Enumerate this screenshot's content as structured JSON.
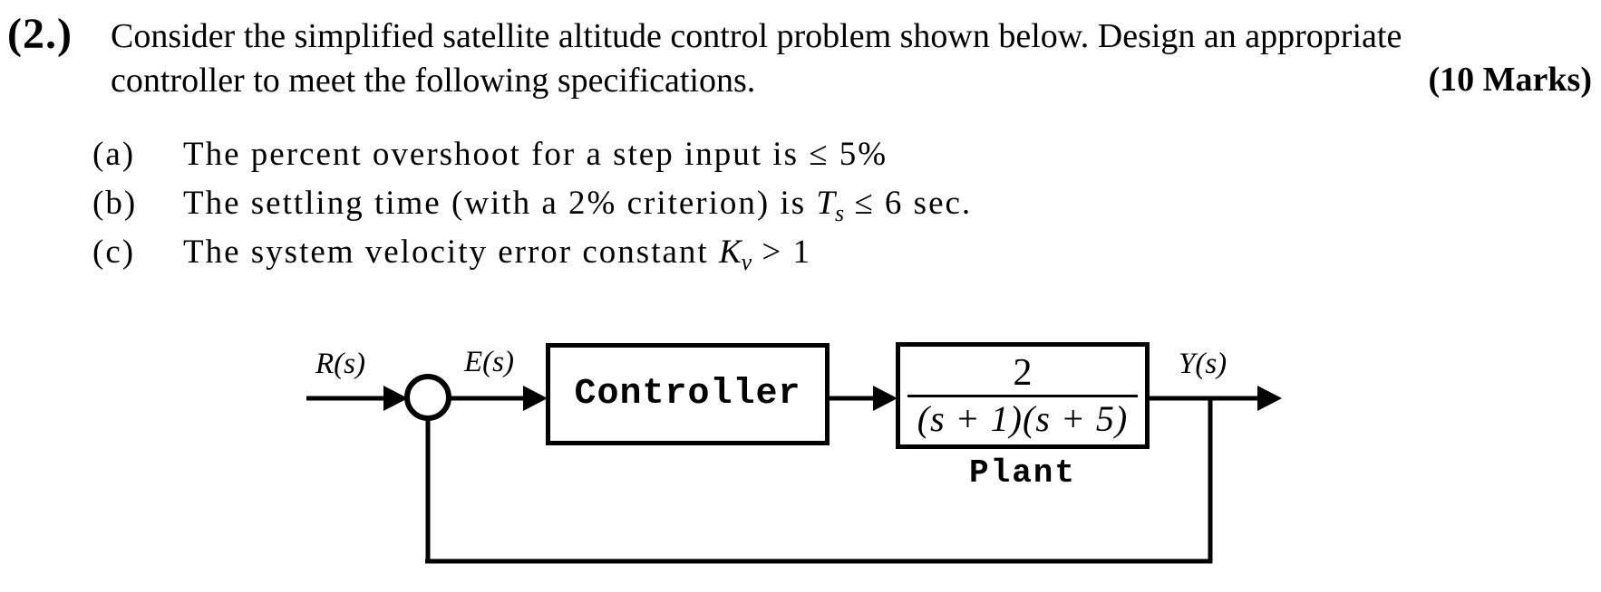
{
  "page": {
    "background": "#ffffff",
    "ink": "#000000"
  },
  "header": {
    "number": "(2.)",
    "line1": "Consider the simplified satellite altitude control problem shown below. Design an appropriate",
    "line2": "controller to meet the following specifications.",
    "marks": "(10 Marks)"
  },
  "specs": [
    {
      "label": "(a)",
      "pre": "The percent overshoot for a step input is ≤ 5%",
      "var": "",
      "sub": "",
      "post": ""
    },
    {
      "label": "(b)",
      "pre": "The settling time (with a 2% criterion) is ",
      "var": "T",
      "sub": "s",
      "post": " ≤ 6 sec."
    },
    {
      "label": "(c)",
      "pre": "The system velocity error constant ",
      "var": "K",
      "sub": "v",
      "post": " > 1"
    }
  ],
  "diagram": {
    "input_label": "R(s)",
    "error_label": "E(s)",
    "output_label": "Y(s)",
    "controller_label": "Controller",
    "plant_numerator": "2",
    "plant_denominator": "(s + 1)(s + 5)",
    "plant_caption": "Plant",
    "line_color": "#000000"
  }
}
